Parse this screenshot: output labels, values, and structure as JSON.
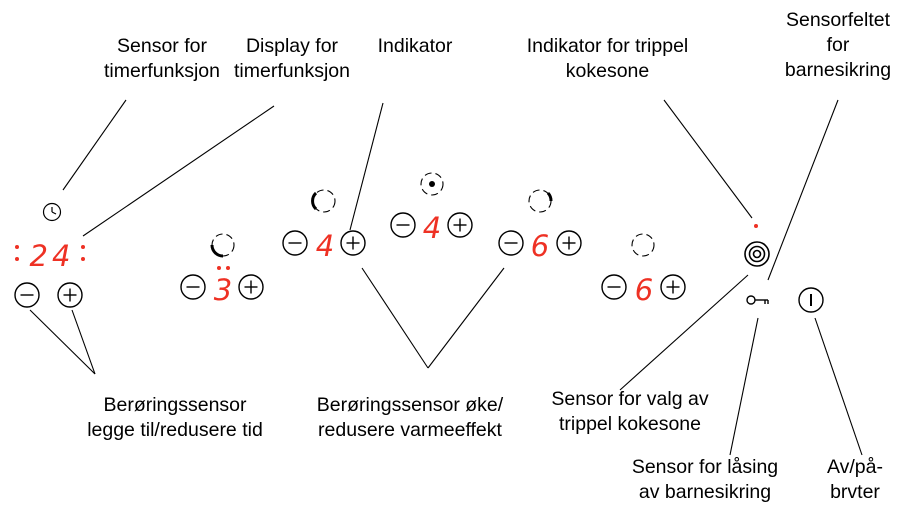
{
  "colors": {
    "line": "#000000",
    "digit": "#ee3124",
    "dot": "#ee3124"
  },
  "labels": {
    "timer_sensor": [
      "Sensor for",
      "timerfunksjon"
    ],
    "timer_display": [
      "Display for",
      "timerfunksjon"
    ],
    "indicator": [
      "Indikator"
    ],
    "triple_indicator": [
      "Indikator for trippel",
      "kokesone"
    ],
    "child_lock_field": [
      "Sensorfeltet",
      "for",
      "barnesikring"
    ],
    "touch_time": [
      "Berøringssensor",
      "legge til/redusere tid"
    ],
    "touch_heat": [
      "Berøringssensor øke/",
      "redusere varmeeffekt"
    ],
    "triple_select": [
      "Sensor for valg av",
      "trippel kokesone"
    ],
    "lock_sensor": [
      "Sensor for låsing",
      "av barnesikring"
    ],
    "power_switch": [
      "Av/på-",
      "brvter"
    ]
  },
  "timer": {
    "digits": "24",
    "icon": "clock-icon"
  },
  "zones": [
    {
      "id": "zone-1",
      "digit": "3",
      "indicator": "ring-bottom-left-quadrant-bold",
      "dots_above_digit": true
    },
    {
      "id": "zone-2",
      "digit": "4",
      "indicator": "ring-left-quadrant-bold"
    },
    {
      "id": "zone-3",
      "digit": "4",
      "indicator": "ring-center-dot"
    },
    {
      "id": "zone-4",
      "digit": "6",
      "indicator": "ring-right-quadrant-bold"
    },
    {
      "id": "zone-5",
      "digit": "6",
      "indicator": "ring-dashed"
    }
  ],
  "icons": {
    "triple_zone": "triple-ring-icon",
    "lock": "key-icon",
    "power": "power-icon",
    "minus": "minus-icon",
    "plus": "plus-icon"
  }
}
